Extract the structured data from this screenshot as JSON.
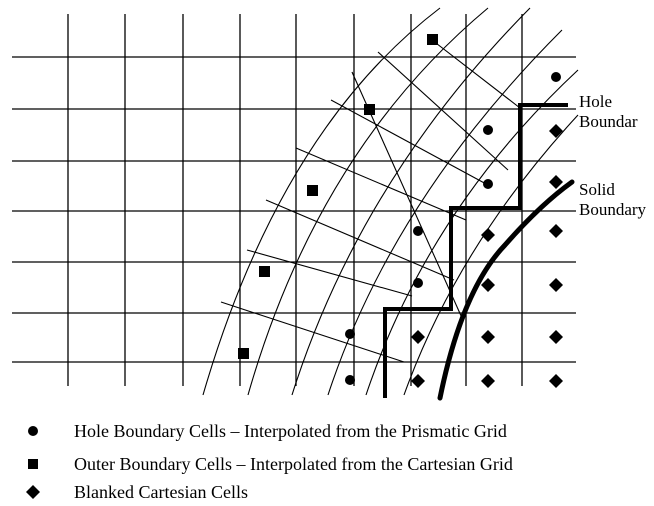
{
  "labels": {
    "hole_boundary": "Hole\nBoundar",
    "solid_boundary": "Solid\nBoundary"
  },
  "legend": [
    {
      "symbol": "circle-icon",
      "text": "Hole Boundary Cells – Interpolated from the Prismatic Grid"
    },
    {
      "symbol": "square-icon",
      "text": "Outer Boundary Cells – Interpolated from the Cartesian Grid"
    },
    {
      "symbol": "diamond-icon",
      "text": "Blanked Cartesian Cells"
    }
  ]
}
